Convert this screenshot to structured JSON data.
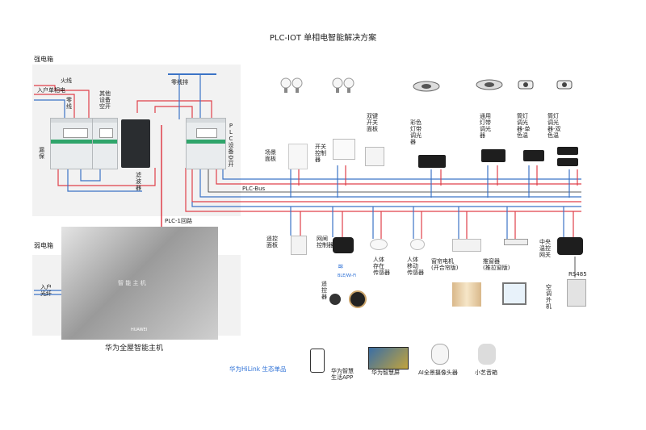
{
  "title": "PLC-IOT 单相电智能解决方案",
  "sections": {
    "strong": "强电箱",
    "weak": "弱电箱"
  },
  "strong_labels": {
    "live": "火线",
    "incoming": "入户单相电",
    "neutral": "零\n线",
    "other_switch": "其他\n设备\n空开",
    "leakage": "漏\n保",
    "filter": "滤\n波\n器",
    "plc_switch": "PLC设备空开",
    "neutral_bar": "零线排",
    "plc_loop": "PLC-1回路"
  },
  "weak_labels": {
    "fiber": "入户\n光纤",
    "host_name": "华为全屋智能主机",
    "host_brand": "HUAWEI",
    "host_screen": "智 能 主 机"
  },
  "bus_label": "PLC-Bus",
  "top_devices": [
    {
      "label": "场景\n面板",
      "icon": "scene-panel-icon"
    },
    {
      "label": "开关\n控制\n器",
      "icon": "switch-controller-icon"
    },
    {
      "label": "双键\n开关\n面板",
      "icon": "double-key-panel-icon"
    },
    {
      "label": "彩色\n灯带\n调光\n器",
      "icon": "color-dimmer-icon"
    },
    {
      "label": "通用\n灯带\n调光\n器",
      "icon": "universal-dimmer-icon"
    },
    {
      "label": "筒灯\n调光\n器-单\n色温",
      "icon": "downlight-dimmer-single-icon"
    },
    {
      "label": "筒灯\n调光\n器-双\n色温",
      "icon": "downlight-dimmer-dual-icon"
    }
  ],
  "bottom_devices": [
    {
      "label": "遥控\n面板",
      "icon": "remote-panel-icon"
    },
    {
      "label": "网闸\n控制器",
      "icon": "gateway-controller-icon"
    },
    {
      "label": "人体\n存在\n传感器",
      "icon": "presence-sensor-icon"
    },
    {
      "label": "人体\n移动\n传感器",
      "icon": "motion-sensor-icon"
    },
    {
      "label": "窗帘电机\n(开合帘版)",
      "icon": "curtain-motor-icon"
    },
    {
      "label": "推窗器\n(推拉窗版)",
      "icon": "window-opener-icon"
    },
    {
      "label": "中央\n温控\n网关",
      "icon": "hvac-gateway-icon"
    }
  ],
  "aux_labels": {
    "remote": "遥\n控\n器",
    "bluetooth": "BLE/Wi-Fi",
    "rs485": "RS485",
    "ac_outdoor": "空\n调\n外\n机"
  },
  "ecosystem": {
    "heading": "华为HiLink 生态单品",
    "items": [
      {
        "label": "华为智慧\n生活APP",
        "icon": "phone-app-icon"
      },
      {
        "label": "华为智慧屏",
        "icon": "smart-screen-icon"
      },
      {
        "label": "AI全景摄像头器",
        "icon": "camera-icon"
      },
      {
        "label": "小艺音箱",
        "icon": "speaker-icon"
      }
    ]
  },
  "colors": {
    "live": "#e0404a",
    "neutral": "#3b73c6",
    "bus": "#2a2a2a",
    "accent": "#2b6fd6"
  }
}
